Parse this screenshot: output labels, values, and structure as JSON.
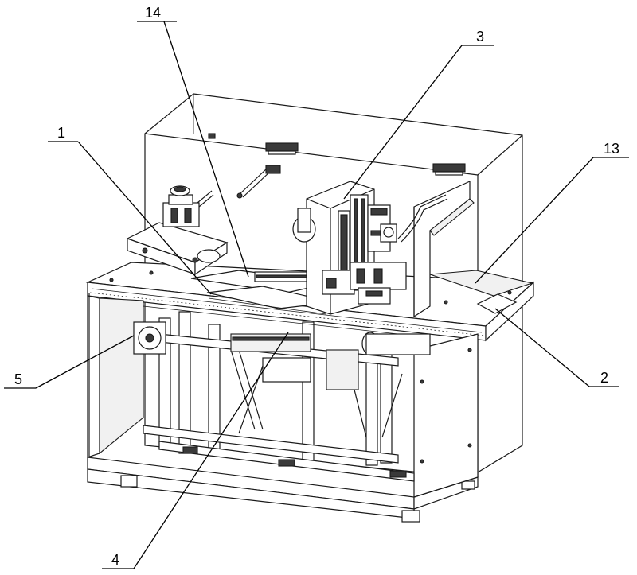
{
  "callouts": [
    {
      "id": "c14",
      "text": "14"
    },
    {
      "id": "c3",
      "text": "3"
    },
    {
      "id": "c1",
      "text": "1"
    },
    {
      "id": "c13",
      "text": "13"
    },
    {
      "id": "c5",
      "text": "5"
    },
    {
      "id": "c2",
      "text": "2"
    },
    {
      "id": "c4",
      "text": "4"
    }
  ]
}
